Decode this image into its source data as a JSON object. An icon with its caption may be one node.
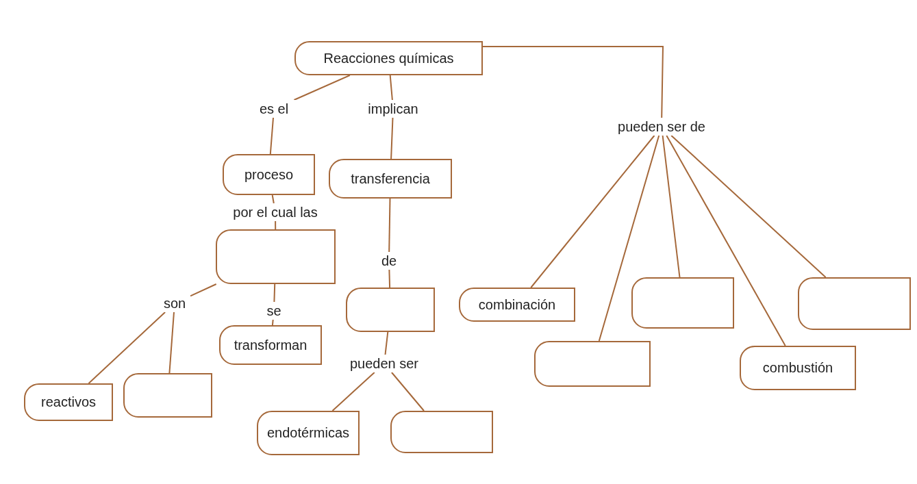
{
  "diagram": {
    "nodes": [
      {
        "text": [
          "Reacciones químicas"
        ]
      },
      {
        "text": [
          "es el"
        ]
      },
      {
        "text": [
          "implican"
        ]
      },
      {
        "text": [
          "pueden ser de"
        ]
      },
      {
        "text": [
          "proceso"
        ]
      },
      {
        "text": [
          "transferencia"
        ]
      },
      {
        "text": [
          "por el cual las"
        ]
      },
      {
        "text": [],
        "shape": "box"
      },
      {
        "text": [
          "de"
        ]
      },
      {
        "text": [
          "son"
        ]
      },
      {
        "text": [
          "se"
        ]
      },
      {
        "text": [],
        "shape": "box"
      },
      {
        "text": [
          "transforman"
        ]
      },
      {
        "text": [
          "pueden ser"
        ]
      },
      {
        "text": [
          "combinación"
        ]
      },
      {
        "text": [],
        "shape": "box"
      },
      {
        "text": [],
        "shape": "box"
      },
      {
        "text": [],
        "shape": "box"
      },
      {
        "text": [
          "combustión"
        ]
      },
      {
        "text": [
          "reactivos"
        ]
      },
      {
        "text": [],
        "shape": "box"
      },
      {
        "text": [
          "endotérmicas"
        ]
      },
      {
        "text": [],
        "shape": "box"
      }
    ],
    "edges": [
      {
        "from": 0,
        "to": 1,
        "arrow": "none"
      },
      {
        "from": 1,
        "to": 4,
        "arrow": "none"
      },
      {
        "from": 0,
        "to": 2,
        "arrow": "none"
      },
      {
        "from": 2,
        "to": 5,
        "arrow": "none"
      },
      {
        "from": 0,
        "to": 3,
        "arrow": "none"
      },
      {
        "from": 4,
        "to": 6,
        "arrow": "none"
      },
      {
        "from": 6,
        "to": 7,
        "arrow": "none"
      },
      {
        "from": 7,
        "to": 9,
        "arrow": "none"
      },
      {
        "from": 9,
        "to": 19,
        "arrow": "none"
      },
      {
        "from": 9,
        "to": 20,
        "arrow": "none"
      },
      {
        "from": 7,
        "to": 10,
        "arrow": "none"
      },
      {
        "from": 10,
        "to": 12,
        "arrow": "none"
      },
      {
        "from": 5,
        "to": 8,
        "arrow": "none"
      },
      {
        "from": 8,
        "to": 11,
        "arrow": "none"
      },
      {
        "from": 11,
        "to": 13,
        "arrow": "none"
      },
      {
        "from": 13,
        "to": 21,
        "arrow": "none"
      },
      {
        "from": 13,
        "to": 22,
        "arrow": "none"
      },
      {
        "from": 3,
        "to": 14,
        "arrow": "none"
      },
      {
        "from": 3,
        "to": 17,
        "arrow": "none"
      },
      {
        "from": 3,
        "to": 15,
        "arrow": "none"
      },
      {
        "from": 3,
        "to": 18,
        "arrow": "none"
      },
      {
        "from": 3,
        "to": 16,
        "arrow": "none"
      }
    ]
  }
}
